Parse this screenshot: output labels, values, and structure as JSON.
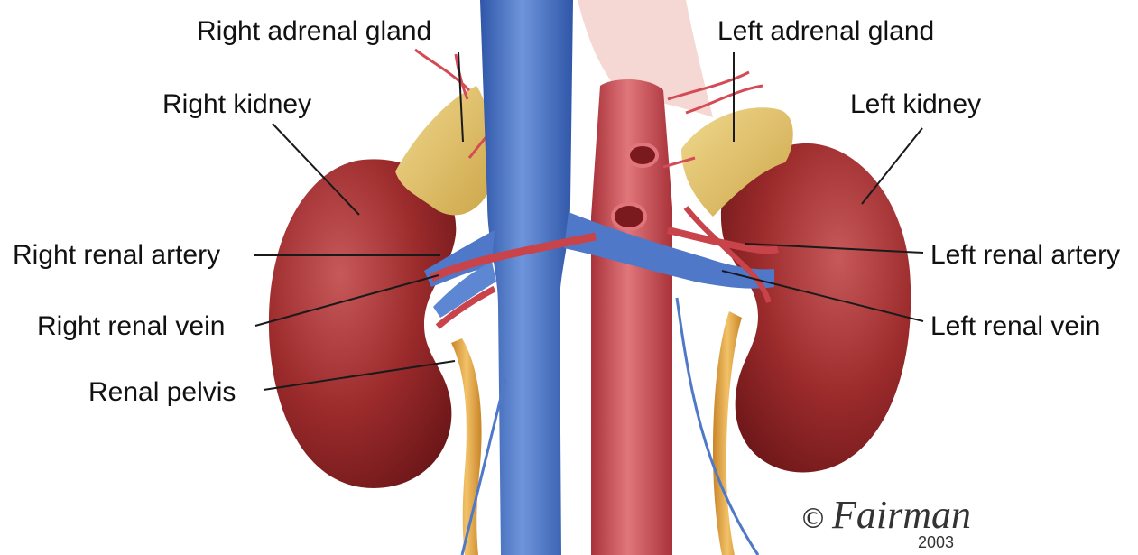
{
  "labels": {
    "right_adrenal_gland": "Right adrenal gland",
    "right_kidney": "Right kidney",
    "right_renal_artery": "Right renal artery",
    "right_renal_vein": "Right renal vein",
    "renal_pelvis": "Renal pelvis",
    "left_adrenal_gland": "Left adrenal gland",
    "left_kidney": "Left kidney",
    "left_renal_artery": "Left renal artery",
    "left_renal_vein": "Left renal vein"
  },
  "signature": {
    "copyright_symbol": "©",
    "name": "Fairman",
    "year": "2003"
  },
  "colors": {
    "kidney": "#9c2b2c",
    "kidney_highlight": "#c7595a",
    "vein": "#4f79c8",
    "artery": "#c8434a",
    "adrenal": "#e3c56c",
    "ureter": "#e0a23c",
    "background": "#ffffff"
  }
}
